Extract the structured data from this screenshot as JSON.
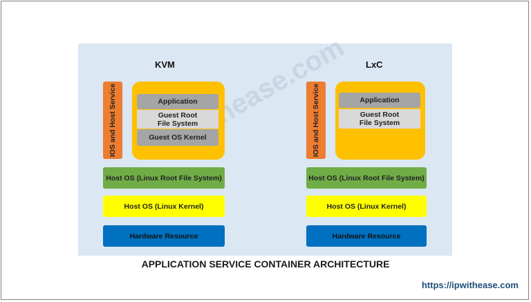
{
  "left": {
    "title": "KVM",
    "side_label": "IOS and Host Service",
    "application": "Application",
    "guest_root_line1": "Guest Root",
    "guest_root_line2": "File System",
    "guest_kernel": "Guest OS Kernel",
    "host_fs": "Host OS (Linux Root File System)",
    "host_kernel": "Host OS (Linux Kernel)",
    "hardware": "Hardware Resource"
  },
  "right": {
    "title": "LxC",
    "side_label": "IOS and Host Service",
    "application": "Application",
    "guest_root_line1": "Guest Root",
    "guest_root_line2": "File System",
    "host_fs": "Host OS (Linux Root File System)",
    "host_kernel": "Host OS (Linux Kernel)",
    "hardware": "Hardware Resource"
  },
  "caption": "APPLICATION SERVICE CONTAINER ARCHITECTURE",
  "watermark": "ipwithease.com",
  "url": "https://ipwithease.com",
  "colors": {
    "panel": "#dbe7f3",
    "side_bar": "#ed7d31",
    "container": "#ffc000",
    "application": "#a5a5a5",
    "guest_root": "#d9d9d9",
    "host_fs": "#70ad47",
    "host_kernel": "#ffff00",
    "hardware": "#0070c0"
  }
}
